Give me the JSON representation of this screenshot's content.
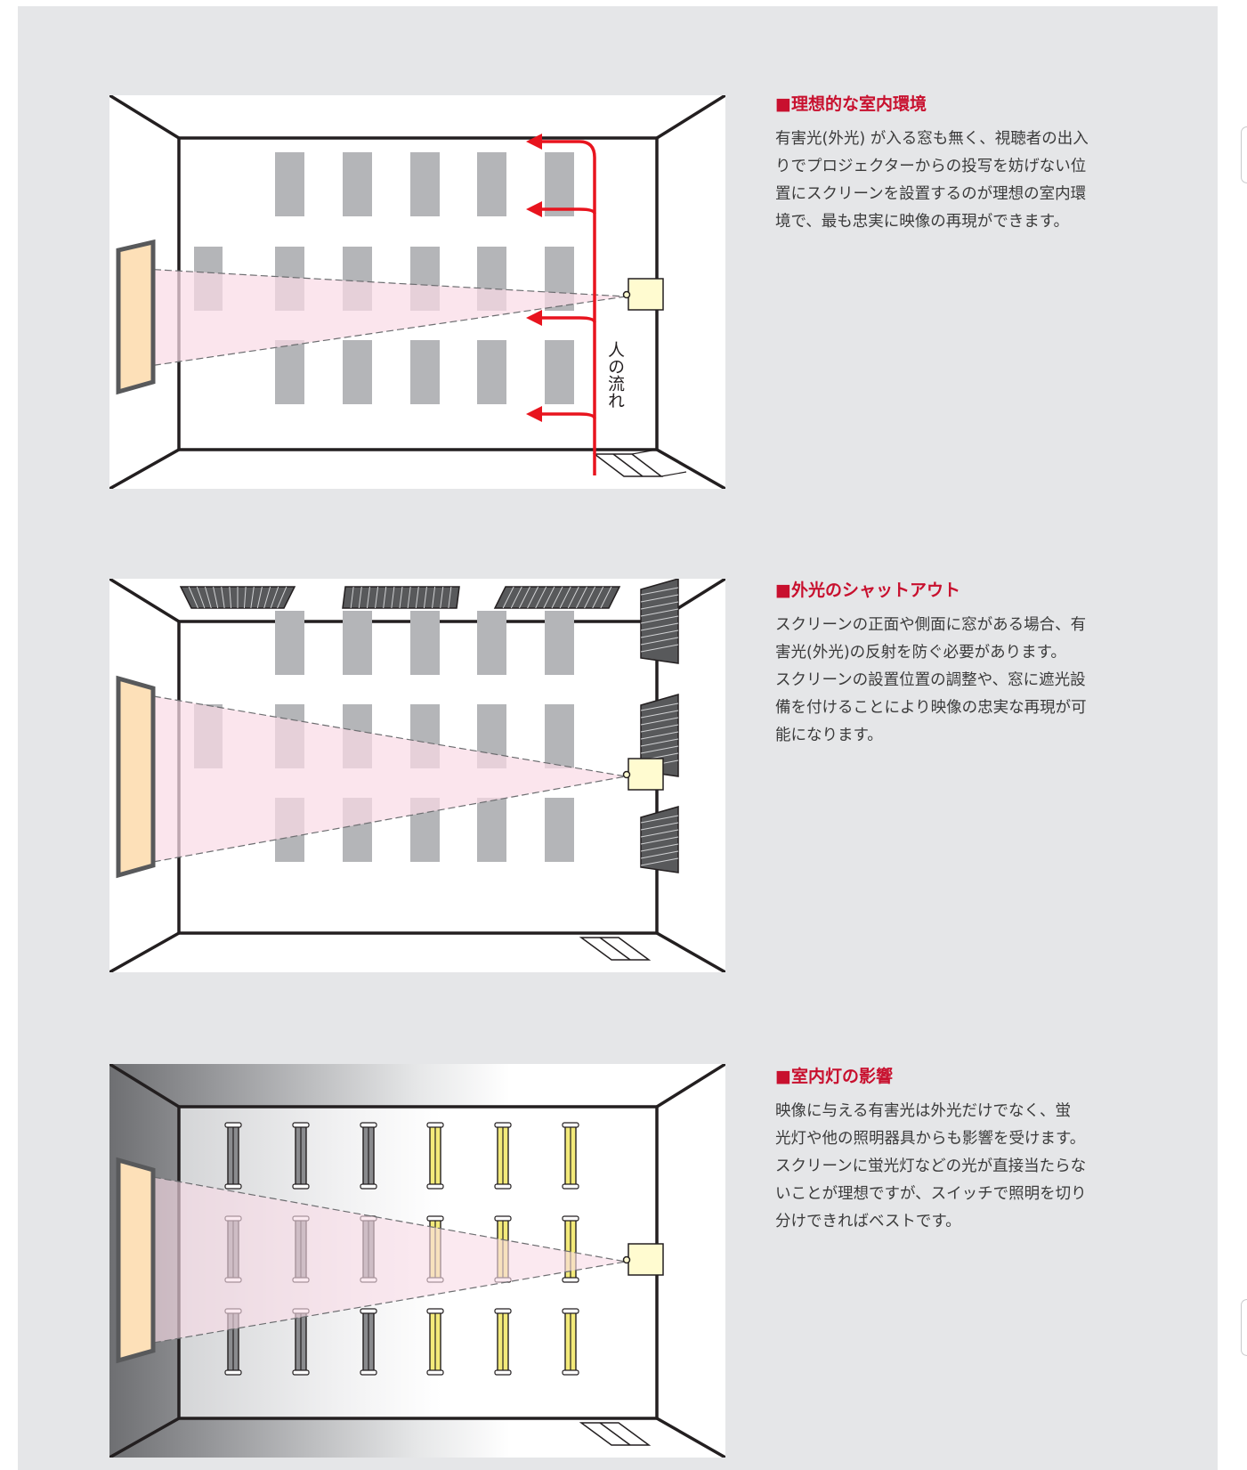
{
  "sections": [
    {
      "heading": "■理想的な室内環境",
      "lines": [
        "有害光(外光) が入る窓も無く、視聴者の出入",
        "りでプロジェクターからの投写を妨げない位",
        "置にスクリーンを設置するのが理想の室内環",
        "境で、最も忠実に映像の再現ができます。"
      ],
      "label": "人の流れ"
    },
    {
      "heading": "■外光のシャットアウト",
      "lines": [
        "スクリーンの正面や側面に窓がある場合、有",
        "害光(外光)の反射を防ぐ必要があります。",
        "スクリーンの設置位置の調整や、窓に遮光設",
        "備を付けることにより映像の忠実な再現が可",
        "能になります。"
      ]
    },
    {
      "heading": "■室内灯の影響",
      "lines": [
        "映像に与える有害光は外光だけでなく、蛍",
        "光灯や他の照明器具からも影響を受けます。",
        "スクリーンに蛍光灯などの光が直接当たらな",
        "いことが理想ですが、スイッチで照明を切り",
        "分けできればベストです。"
      ]
    }
  ],
  "colors": {
    "heading": "#c8102e",
    "arrow": "#e8141e",
    "screen": "#fde0b8",
    "beam": "#f9dbe6",
    "seat": "#b4b5b8",
    "panel": "#e5e6e8",
    "lamp_on": "#f3ea7a",
    "lamp_off": "#8a8b8e"
  }
}
